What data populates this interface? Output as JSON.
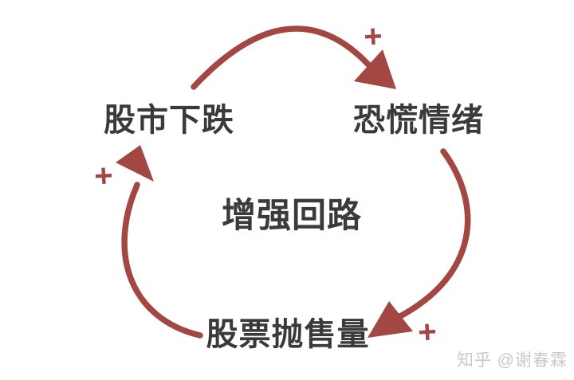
{
  "diagram": {
    "type": "causal-loop",
    "title": "增强回路",
    "nodes": [
      {
        "id": "stock-decline",
        "label": "股市下跌"
      },
      {
        "id": "panic",
        "label": "恐慌情绪"
      },
      {
        "id": "selloff",
        "label": "股票抛售量"
      }
    ],
    "edges": [
      {
        "from": "股市下跌",
        "to": "恐慌情绪",
        "polarity": "+"
      },
      {
        "from": "恐慌情绪",
        "to": "股票抛售量",
        "polarity": "+"
      },
      {
        "from": "股票抛售量",
        "to": "股市下跌",
        "polarity": "+"
      }
    ]
  },
  "watermark": {
    "text": "知乎 @谢春霖"
  },
  "colors": {
    "arrow": "#A34743",
    "text": "#3A3A3A",
    "watermark": "#C9C9C9",
    "background": "#FFFFFF"
  }
}
